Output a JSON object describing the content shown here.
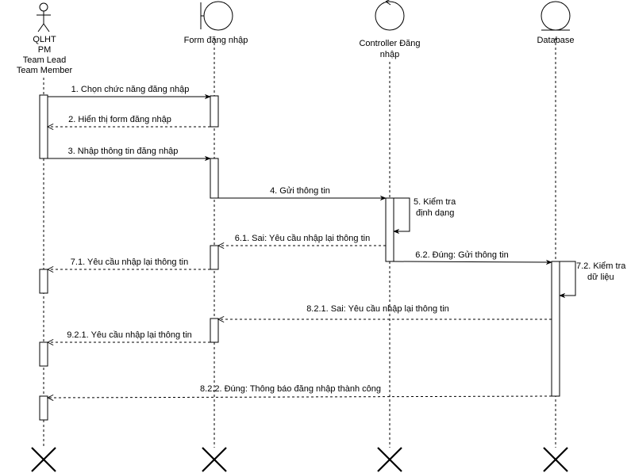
{
  "participants": [
    {
      "id": "actor",
      "kind": "actor",
      "label_lines": [
        "QLHT",
        "PM",
        "Team Lead",
        "Team Member"
      ]
    },
    {
      "id": "form",
      "kind": "boundary",
      "label_lines": [
        "Form đăng nhập"
      ]
    },
    {
      "id": "controller",
      "kind": "control",
      "label_lines": [
        "Controller Đăng",
        "nhập"
      ]
    },
    {
      "id": "database",
      "kind": "entity",
      "label_lines": [
        "Database"
      ]
    }
  ],
  "messages": [
    {
      "id": "m1",
      "label": "1. Chọn chức năng đăng nhập"
    },
    {
      "id": "m2",
      "label": "2. Hiển thị form đăng nhập"
    },
    {
      "id": "m3",
      "label": "3. Nhập thông tin đăng nhập"
    },
    {
      "id": "m4",
      "label": "4. Gửi thông tin"
    },
    {
      "id": "m5",
      "label_lines": [
        "5. Kiểm tra",
        "định dạng"
      ]
    },
    {
      "id": "m61",
      "label": "6.1. Sai: Yêu cầu nhập lại thông tin"
    },
    {
      "id": "m62",
      "label": "6.2. Đúng: Gửi thông tin"
    },
    {
      "id": "m71",
      "label": "7.1. Yêu cầu nhập lại thông tin"
    },
    {
      "id": "m72",
      "label_lines": [
        "7.2. Kiểm tra",
        "dữ liệu"
      ]
    },
    {
      "id": "m821",
      "label": "8.2.1. Sai: Yêu cầu nhập lại thông tin"
    },
    {
      "id": "m921",
      "label": "9.2.1. Yêu cầu nhập lại thông tin"
    },
    {
      "id": "m822",
      "label": "8.2.2. Đúng: Thông báo đăng nhập thành công"
    }
  ]
}
